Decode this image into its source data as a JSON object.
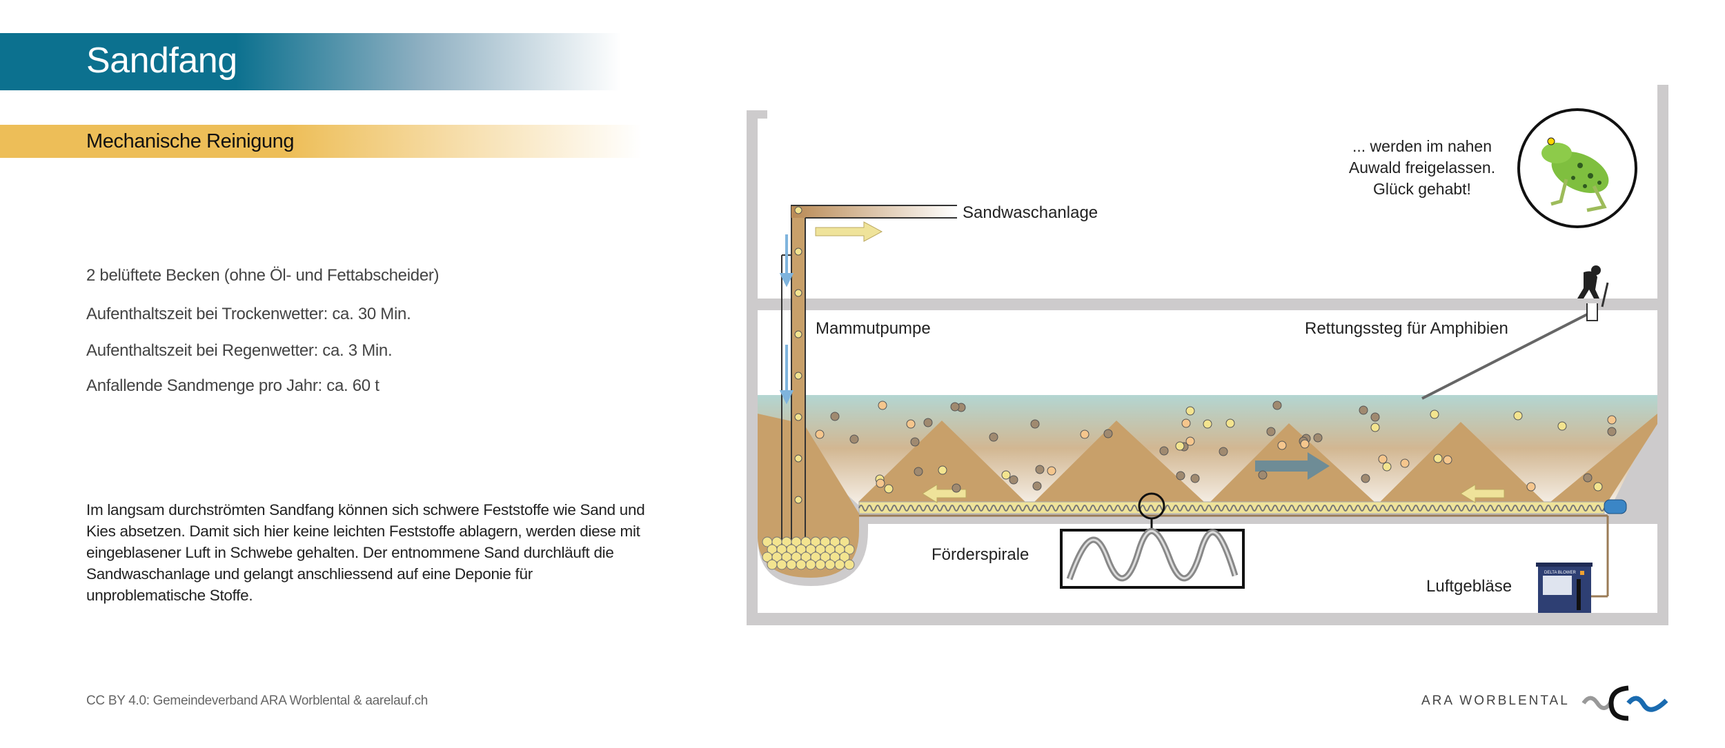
{
  "header": {
    "title": "Sandfang",
    "subtitle": "Mechanische Reinigung"
  },
  "facts": [
    "2  belüftete Becken (ohne Öl- und Fettabscheider)",
    "Aufenthaltszeit bei Trockenwetter: ca. 30 Min.",
    "Aufenthaltszeit bei Regenwetter: ca. 3 Min.",
    "Anfallende Sandmenge pro Jahr: ca. 60 t"
  ],
  "description": "Im langsam durchströmten Sandfang können sich schwere Feststoffe wie Sand und Kies absetzen. Damit sich hier keine leichten Feststoffe ablagern, werden diese mit eingeblasener Luft in Schwebe gehalten. Der entnommene Sand durchläuft die Sandwaschanlage und gelangt anschliessend auf eine Deponie für unproblematische Stoffe.",
  "diagram": {
    "labels": {
      "sandwaschanlage": "Sandwaschanlage",
      "mammutpumpe": "Mammutpumpe",
      "rettungssteg": "Rettungssteg für Amphibien",
      "foerderspirale": "Förderspirale",
      "luftgeblaese": "Luftgebläse",
      "frog_line1": "... werden im nahen",
      "frog_line2": "Auwald freigelassen.",
      "frog_line3": "Glück gehabt!"
    },
    "blower_brand": "DELTA BLOWER",
    "colors": {
      "water": "#b3d6d2",
      "sand": "#c8a06a",
      "wall": "#cdcbcc",
      "blower": "#2e3f73",
      "arrow": "#efe39a",
      "flow_arrow": "#6e8c96"
    }
  },
  "footer": {
    "license": "CC BY 4.0: Gemeindeverband ARA Worblental  &  aarelauf.ch",
    "org": "ARA WORBLENTAL"
  }
}
